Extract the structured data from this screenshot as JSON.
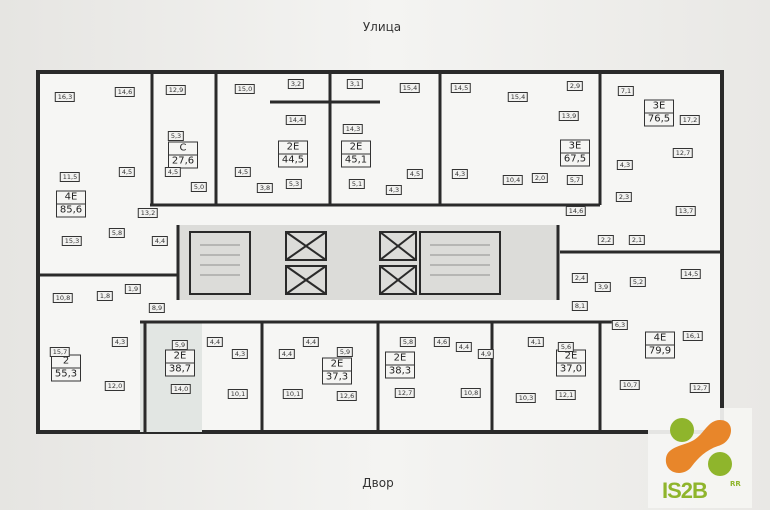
{
  "headings": {
    "street": "Улица",
    "yard": "Двор"
  },
  "apartments": [
    {
      "type": "С",
      "area": "27,6"
    },
    {
      "type": "2Е",
      "area": "44,5"
    },
    {
      "type": "2Е",
      "area": "45,1"
    },
    {
      "type": "4Е",
      "area": "85,6"
    },
    {
      "type": "3Е",
      "area": "67,5"
    },
    {
      "type": "3Е",
      "area": "76,5"
    },
    {
      "type": "2",
      "area": "55,3"
    },
    {
      "type": "2Е",
      "area": "38,7"
    },
    {
      "type": "2Е",
      "area": "37,3"
    },
    {
      "type": "2Е",
      "area": "38,3"
    },
    {
      "type": "2Е",
      "area": "37,0"
    },
    {
      "type": "4Е",
      "area": "79,9"
    }
  ],
  "rooms": [
    "16,3",
    "14,6",
    "12,9",
    "15,0",
    "3,2",
    "3,1",
    "15,4",
    "14,5",
    "15,4",
    "2,9",
    "7,1",
    "17,2",
    "14,4",
    "14,3",
    "5,3",
    "13,9",
    "11,5",
    "4,5",
    "4,5",
    "4,5",
    "5,0",
    "3,8",
    "5,3",
    "5,1",
    "4,3",
    "4,5",
    "4,3",
    "10,4",
    "2,0",
    "5,7",
    "4,3",
    "12,7",
    "2,3",
    "13,7",
    "14,6",
    "13,2",
    "15,3",
    "5,8",
    "4,4",
    "2,2",
    "2,1",
    "2,4",
    "3,9",
    "5,2",
    "14,5",
    "10,8",
    "1,8",
    "1,9",
    "8,9",
    "8,1",
    "6,3",
    "16,1",
    "4,3",
    "15,7",
    "5,9",
    "4,4",
    "4,3",
    "4,4",
    "12,0",
    "14,0",
    "10,1",
    "10,1",
    "4,4",
    "5,9",
    "12,6",
    "5,8",
    "4,6",
    "4,4",
    "4,9",
    "4,1",
    "5,6",
    "12,7",
    "10,8",
    "10,3",
    "12,1",
    "10,7",
    "12,7"
  ],
  "logo": {
    "text": "IS2B",
    "sup": "RR",
    "green": "#8fb52c",
    "orange": "#e8862a"
  },
  "colors": {
    "wall": "#2a2a2a",
    "core": "#d9d9d6"
  }
}
